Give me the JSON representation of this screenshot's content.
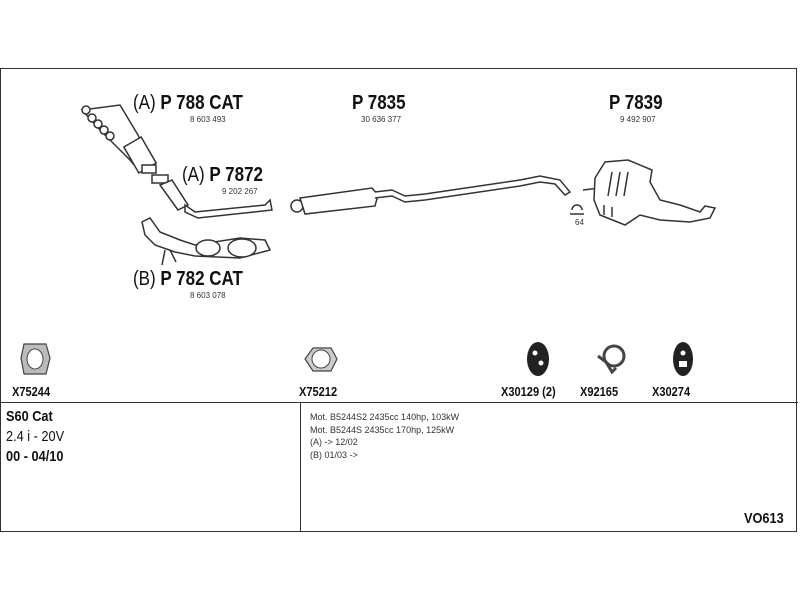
{
  "parts": [
    {
      "prefix": "(A)",
      "code": "P 788 CAT",
      "oem": "8 603 493"
    },
    {
      "prefix": "(A)",
      "code": "P 7872",
      "oem": "9 202 267"
    },
    {
      "prefix": "(B)",
      "code": "P 782 CAT",
      "oem": "8 603 078"
    },
    {
      "prefix": "",
      "code": "P 7835",
      "oem": "30 636 377"
    },
    {
      "prefix": "",
      "code": "P 7839",
      "oem": "9 492 907"
    }
  ],
  "clamp_label": "64",
  "accessories": [
    {
      "code": "X75244",
      "icon": "gasket-icon"
    },
    {
      "code": "X75212",
      "icon": "flange-gasket-icon"
    },
    {
      "code": "X30129 (2)",
      "icon": "rubber-mount-icon"
    },
    {
      "code": "X92165",
      "icon": "clamp-icon"
    },
    {
      "code": "X30274",
      "icon": "rubber-mount-icon"
    }
  ],
  "vehicle": {
    "model": "S60 Cat",
    "engine": "2.4 i - 20V",
    "years": "00 - 04/10"
  },
  "notes": [
    "Mot. B5244S2 2435cc 140hp, 103kW",
    "Mot. B5244S 2435cc 170hp, 125kW",
    "(A) -> 12/02",
    "(B) 01/03 ->"
  ],
  "diagram_id": "VO613"
}
